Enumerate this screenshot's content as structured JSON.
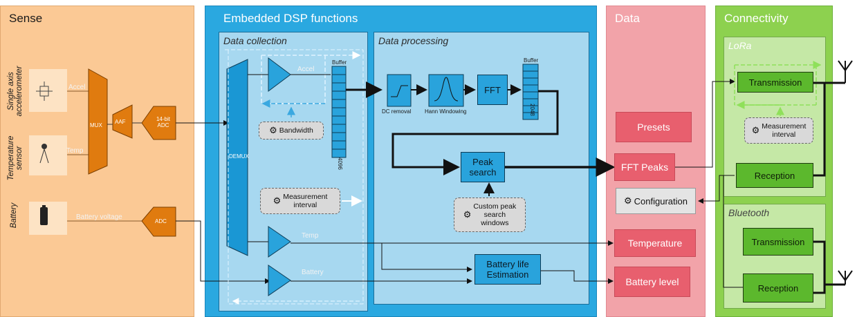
{
  "panels": {
    "sense": "Sense",
    "dsp": "Embedded DSP functions",
    "data": "Data",
    "connectivity": "Connectivity"
  },
  "subpanels": {
    "data_collection": "Data collection",
    "data_processing": "Data processing",
    "lora": "LoRa",
    "bluetooth": "Bluetooth"
  },
  "sense": {
    "sensor1": [
      "Single axis",
      "accelerometer"
    ],
    "sensor2": [
      "Temperature",
      "sensor"
    ],
    "sensor3": "Battery",
    "sig_accel": "Accel",
    "sig_temp": "Temp",
    "sig_battery": "Battery voltage",
    "mux": "MUX",
    "aaf": "AAF",
    "adc14_1": "14-bit",
    "adc14_2": "ADC",
    "adc": "ADC"
  },
  "collection": {
    "demux": "DEMUX",
    "accel": "Accel",
    "buffer": "Buffer",
    "buffer_size": "4096",
    "bandwidth": "Bandwidth",
    "meas_interval_1": "Measurement",
    "meas_interval_2": "interval",
    "temp": "Temp",
    "battery": "Battery"
  },
  "processing": {
    "dc_removal": "DC removal",
    "hann": "Hann Windowing",
    "fft": "FFT",
    "buffer": "Buffer",
    "buffer_size": "2048",
    "peak_search_1": "Peak",
    "peak_search_2": "search",
    "custom_1": "Custom peak",
    "custom_2": "search",
    "custom_3": "windows",
    "battery_life_1": "Battery life",
    "battery_life_2": "Estimation"
  },
  "data": {
    "presets": "Presets",
    "fft_peaks": "FFT Peaks",
    "configuration": "Configuration",
    "temperature": "Temperature",
    "battery_level": "Battery level"
  },
  "connectivity": {
    "lora_tx": "Transmission",
    "lora_meas_1": "Measurement",
    "lora_meas_2": "interval",
    "lora_rx": "Reception",
    "bt_tx": "Transmission",
    "bt_rx": "Reception"
  },
  "colors": {
    "sense_bg": "#fbc995",
    "dsp_bg": "#2aa8e0",
    "data_bg": "#f2a3a9",
    "conn_bg": "#8dd14f",
    "orange_block": "#e07b0f"
  }
}
